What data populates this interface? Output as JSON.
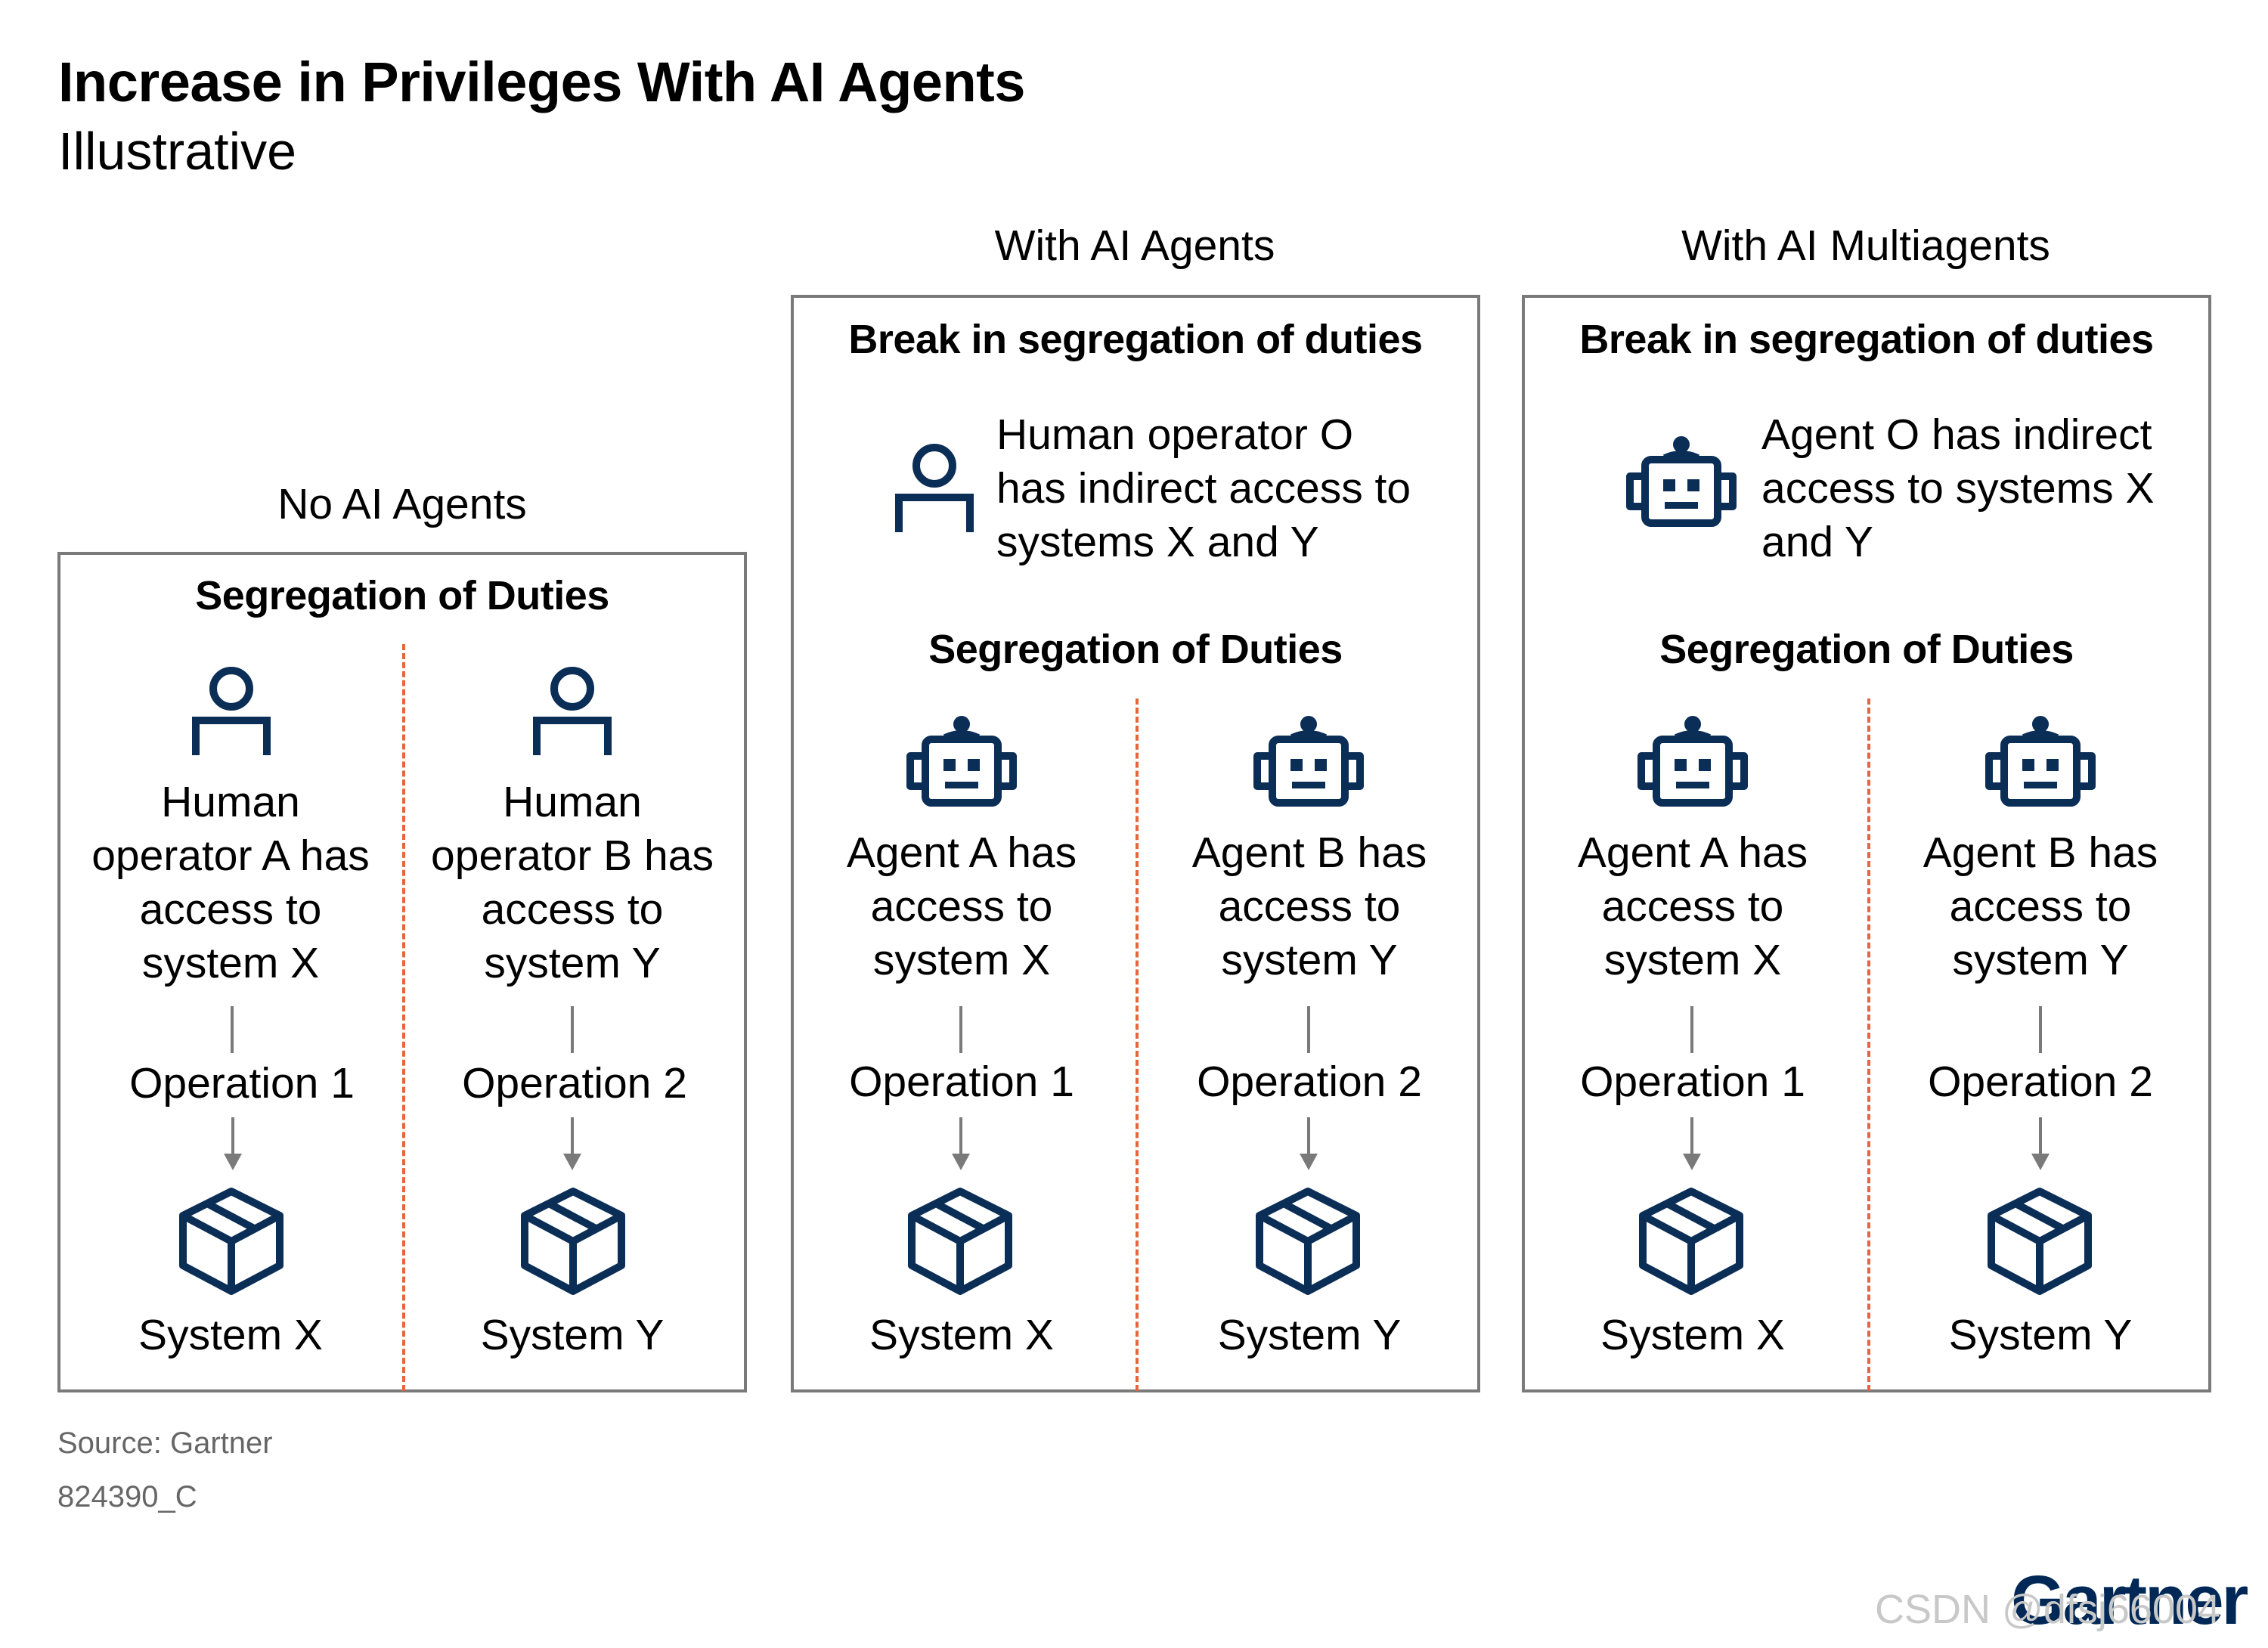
{
  "title": "Increase in Privileges With AI Agents",
  "subtitle": "Illustrative",
  "colors": {
    "icon": "#0b2e57",
    "border": "#7a7a7a",
    "divider": "#e8643c",
    "arrow": "#7a7a7a"
  },
  "columns": [
    {
      "heading": "No AI Agents",
      "box_heading": "Segregation of Duties",
      "lanes": [
        {
          "icon": "person-icon",
          "description": "Human operator A has access to system X",
          "operation": "Operation 1",
          "system": "System X"
        },
        {
          "icon": "person-icon",
          "description": "Human operator B has access to system Y",
          "operation": "Operation 2",
          "system": "System Y"
        }
      ]
    },
    {
      "heading": "With AI Agents",
      "break_heading": "Break in segregation of duties",
      "break_icon": "person-icon",
      "break_text": "Human operator O has indirect access to systems X and Y",
      "box_heading": "Segregation of Duties",
      "lanes": [
        {
          "icon": "robot-icon",
          "description": "Agent A has access to system X",
          "operation": "Operation 1",
          "system": "System X"
        },
        {
          "icon": "robot-icon",
          "description": "Agent B has access to system Y",
          "operation": "Operation 2",
          "system": "System Y"
        }
      ]
    },
    {
      "heading": "With AI Multiagents",
      "break_heading": "Break in segregation of duties",
      "break_icon": "robot-icon",
      "break_text": "Agent O has indirect access to systems X and Y",
      "box_heading": "Segregation of Duties",
      "lanes": [
        {
          "icon": "robot-icon",
          "description": "Agent A has access to system X",
          "operation": "Operation 1",
          "system": "System X"
        },
        {
          "icon": "robot-icon",
          "description": "Agent B has access to system Y",
          "operation": "Operation 2",
          "system": "System Y"
        }
      ]
    }
  ],
  "footer": {
    "source": "Source: Gartner",
    "id": "824390_C"
  },
  "logo": "Gartner",
  "watermark": "CSDN @dfsj66004"
}
